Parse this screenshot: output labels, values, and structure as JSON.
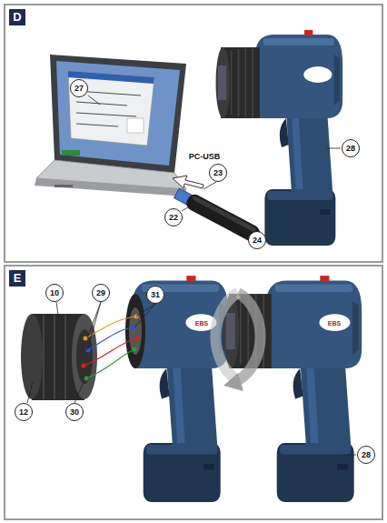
{
  "diagram": {
    "nodes": [
      {
        "text": [
          "D"
        ]
      },
      {
        "text": [
          "E"
        ]
      }
    ],
    "labels": [
      "27",
      "PC-USB",
      "23",
      "22",
      "24",
      "28",
      "10",
      "29",
      "31",
      "12",
      "30",
      "28",
      "EBS",
      "EBS"
    ]
  }
}
